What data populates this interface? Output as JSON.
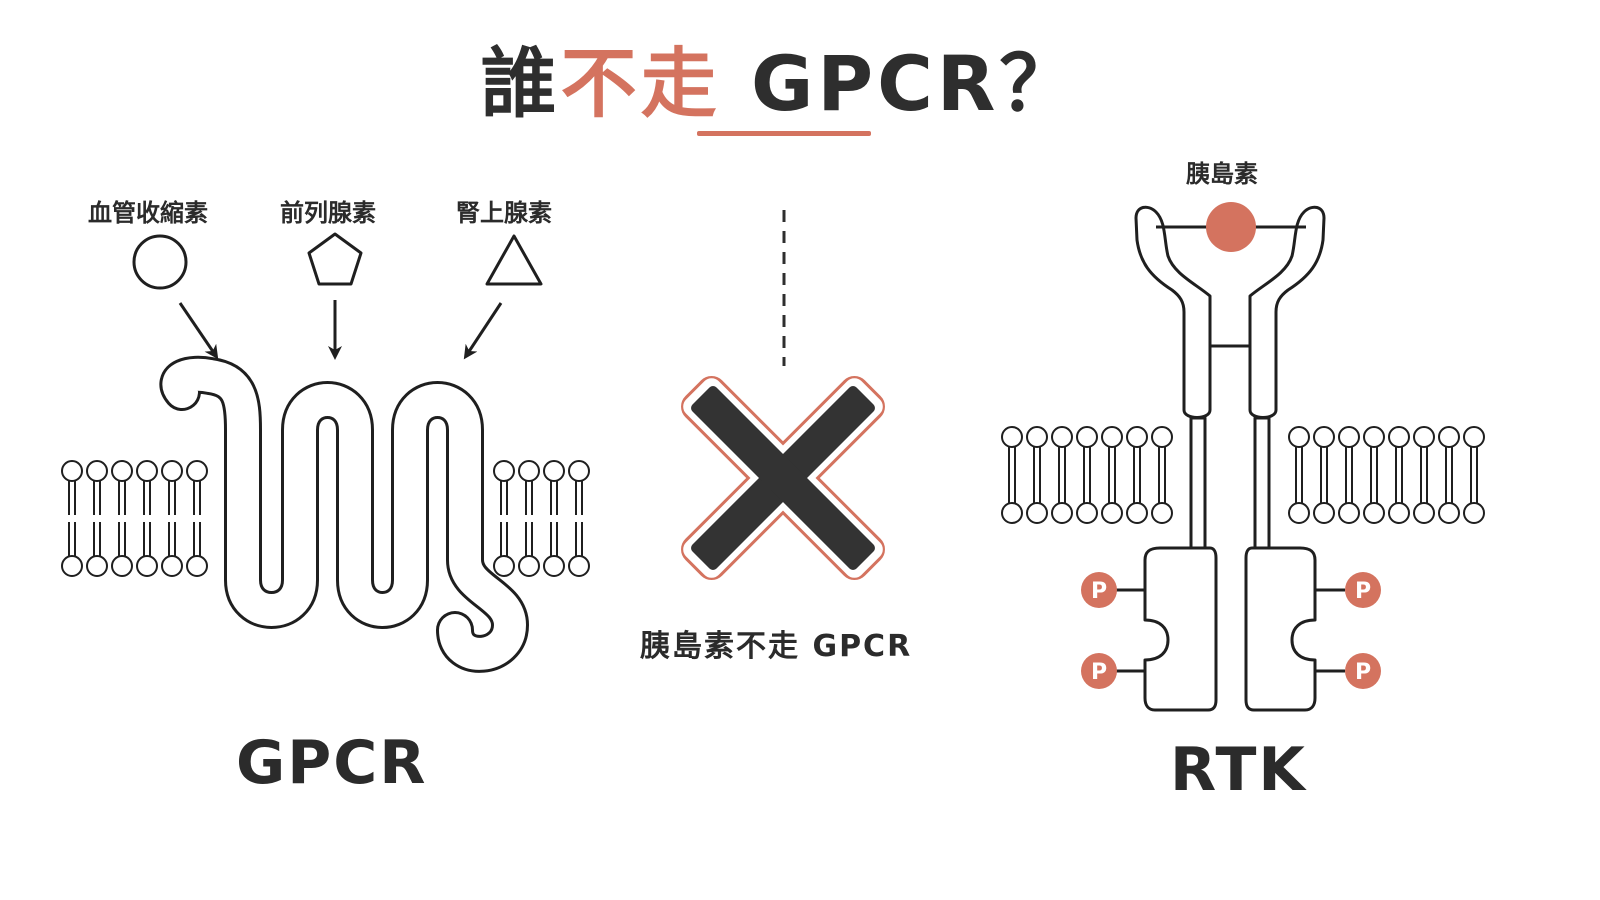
{
  "title": {
    "prefix": "誰",
    "accent": "不走",
    "suffix": " GPCR？"
  },
  "gpcr_panel": {
    "ligands": [
      {
        "label": "血管收縮素",
        "shape": "circle"
      },
      {
        "label": "前列腺素",
        "shape": "pentagon"
      },
      {
        "label": "腎上腺素",
        "shape": "triangle"
      }
    ],
    "receptor_label": "GPCR"
  },
  "center_panel": {
    "mark": "cross-icon",
    "caption": "胰島素不走 GPCR"
  },
  "rtk_panel": {
    "ligand_label": "胰島素",
    "phosphate_label": "P",
    "receptor_label": "RTK"
  },
  "colors": {
    "accent": "#d4735f",
    "dark": "#2e2e2e",
    "stroke": "#1f1f1f"
  }
}
